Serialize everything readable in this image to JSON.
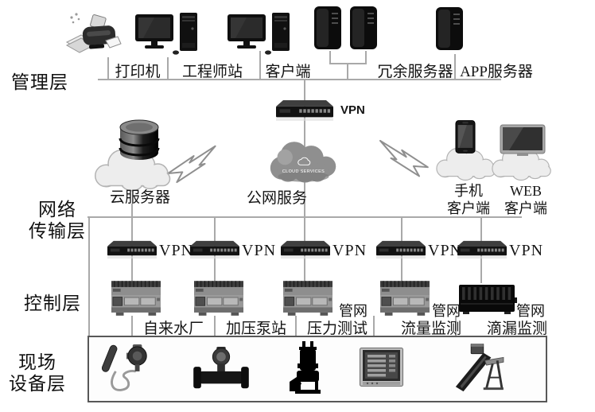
{
  "colors": {
    "line": "#a9a9a9",
    "box_border": "#585858",
    "text": "#141414",
    "cloud_dark": "#8f8f8f",
    "cloud_light": "#ededed"
  },
  "layer_labels": {
    "management": "管理层",
    "network_line1": "网络",
    "network_line2": "传输层",
    "control": "控制层",
    "field_line1": "现场",
    "field_line2": "设备层"
  },
  "management": {
    "printer": "打印机",
    "engineer_station": "工程师站",
    "client": "客户端",
    "redundant_server": "冗余服务器",
    "app_server": "APP服务器"
  },
  "network": {
    "vpn_gateway": "VPN",
    "cloud_service_text": "CLOUD SERVICES",
    "public_cloud": "公网服务",
    "cloud_server": "云服务器",
    "mobile_line1": "手机",
    "mobile_line2": "客户端",
    "web_line1": "WEB",
    "web_line2": "客户端",
    "vpn_row": [
      "VPN",
      "VPN",
      "VPN",
      "VPN",
      "VPN"
    ]
  },
  "control": {
    "water_plant": "自来水厂",
    "pump_station": "加压泵站",
    "pressure_line1": "管网",
    "pressure_line2": "压力测试",
    "flow_line1": "管网",
    "flow_line2": "流量监测",
    "leak_line1": "管网",
    "leak_line2": "滴漏监测"
  }
}
